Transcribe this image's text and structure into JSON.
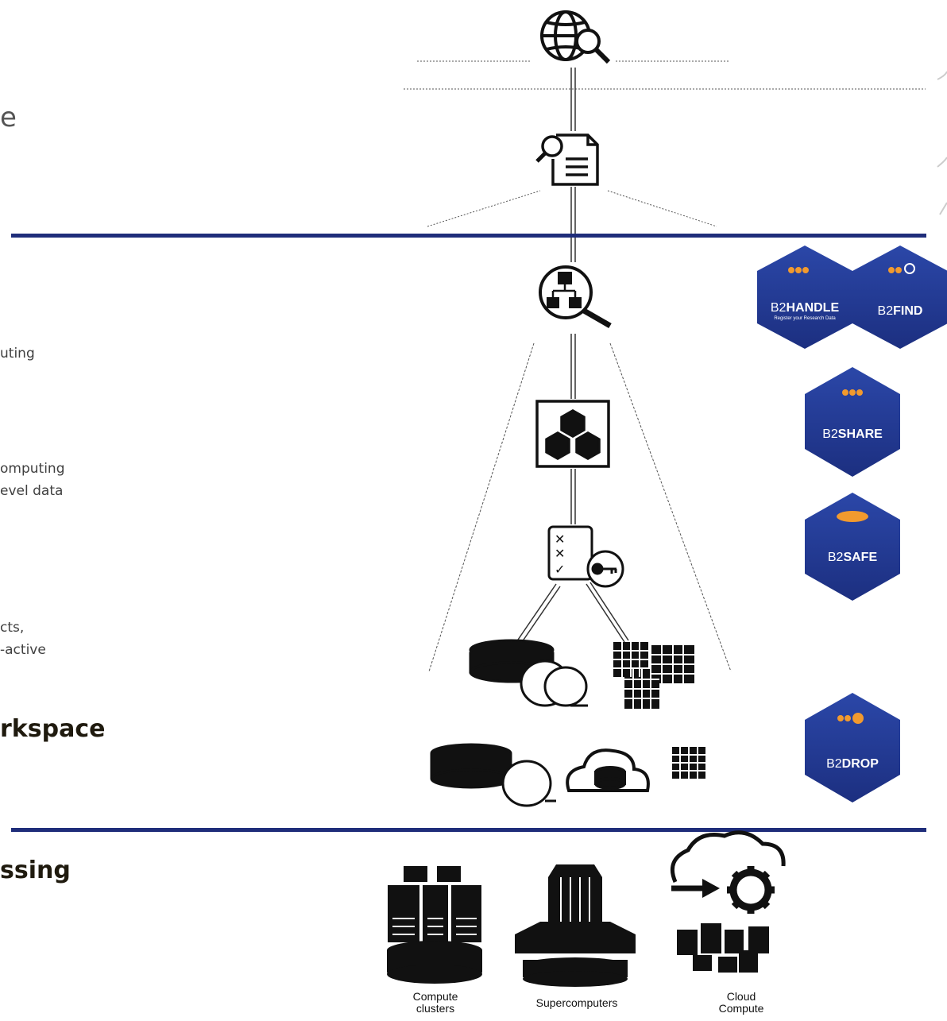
{
  "left_text": {
    "frag_top": "e",
    "frag_1": "uting",
    "frag_2a": "omputing",
    "frag_2b": "evel data",
    "frag_3a": "cts,",
    "frag_3b": "-active",
    "heading_workspace": "rkspace",
    "heading_processing": "ssing"
  },
  "services": [
    {
      "prefix": "B2",
      "name": "HANDLE",
      "subtitle": "Register your Research Data"
    },
    {
      "prefix": "B2",
      "name": "FIND",
      "subtitle": ""
    },
    {
      "prefix": "B2",
      "name": "SHARE",
      "subtitle": ""
    },
    {
      "prefix": "B2",
      "name": "SAFE",
      "subtitle": ""
    },
    {
      "prefix": "B2",
      "name": "DROP",
      "subtitle": ""
    }
  ],
  "compute": {
    "clusters": "Compute\nclusters",
    "supercomputers": "Supercomputers",
    "cloud": "Cloud\nCompute"
  },
  "colors": {
    "band": "#1f2d7a",
    "hex_tile": "#233a93",
    "accent": "#f29a2e"
  }
}
